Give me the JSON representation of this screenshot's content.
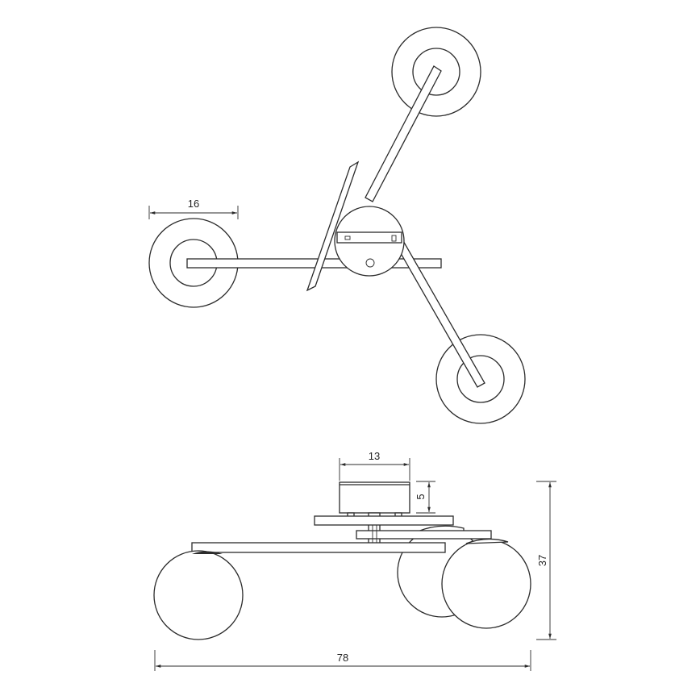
{
  "dimensions": {
    "arm_plate_width": "16",
    "canopy_width": "13",
    "canopy_height": "5",
    "total_height": "37",
    "total_width": "78"
  }
}
